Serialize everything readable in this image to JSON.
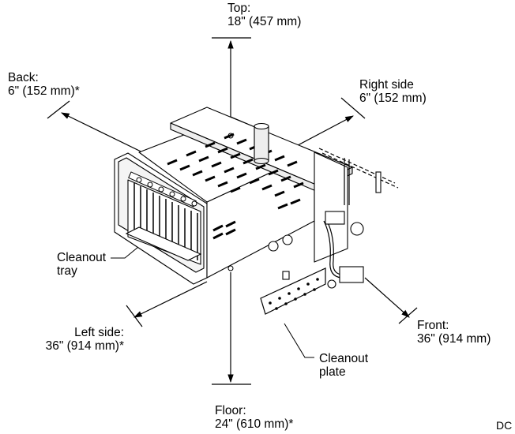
{
  "labels": {
    "top": {
      "line1": "Top:",
      "line2": "18\" (457 mm)"
    },
    "back": {
      "line1": "Back:",
      "line2": "6\" (152 mm)*"
    },
    "right_side": {
      "line1": "Right side",
      "line2": "6\" (152 mm)"
    },
    "cleanout_tray": {
      "line1": "Cleanout",
      "line2": "tray"
    },
    "left_side": {
      "line1": "Left side:",
      "line2": "36\" (914 mm)*"
    },
    "front": {
      "line1": "Front:",
      "line2": "36\" (914 mm)"
    },
    "cleanout_plate": {
      "line1": "Cleanout",
      "line2": "plate"
    },
    "floor": {
      "line1": "Floor:",
      "line2": "24\" (610 mm)*"
    },
    "drawing_code": "DC"
  }
}
